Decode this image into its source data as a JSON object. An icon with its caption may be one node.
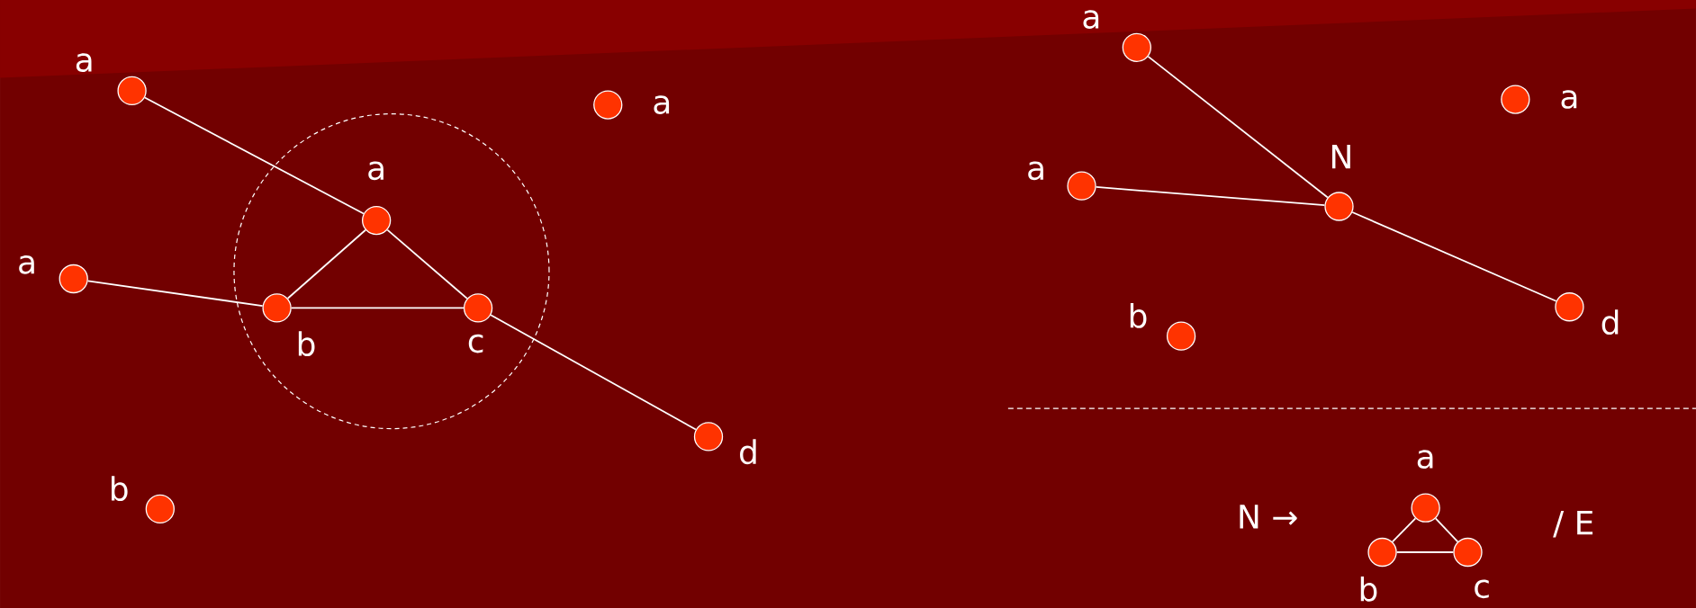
{
  "diagram": {
    "nodes": [
      {
        "text": [],
        "shape": "circle",
        "beside": [
          "a"
        ]
      },
      {
        "text": [],
        "shape": "circle",
        "beside": [
          "a"
        ]
      },
      {
        "text": [],
        "shape": "circle"
      },
      {
        "text": [],
        "shape": "circle",
        "beside": [
          "a"
        ],
        "in": 2
      },
      {
        "text": [],
        "shape": "circle",
        "beside": [
          "a"
        ]
      },
      {
        "text": [],
        "shape": "circle",
        "beside": [
          "b"
        ],
        "in": 2
      },
      {
        "text": [],
        "shape": "circle",
        "beside": [
          "c"
        ],
        "in": 2
      },
      {
        "text": [],
        "shape": "circle",
        "beside": [
          "d"
        ]
      },
      {
        "text": [],
        "shape": "circle",
        "beside": [
          "b"
        ]
      },
      {
        "text": [],
        "shape": "circle",
        "beside": [
          "a"
        ]
      },
      {
        "text": [],
        "shape": "circle",
        "beside": [
          "a"
        ]
      },
      {
        "text": [],
        "shape": "circle",
        "beside": [
          "a"
        ]
      },
      {
        "text": [],
        "shape": "circle",
        "beside": [
          "N"
        ]
      },
      {
        "text": [],
        "shape": "circle",
        "beside": [
          "b"
        ]
      },
      {
        "text": [],
        "shape": "circle",
        "beside": [
          "d"
        ]
      },
      {
        "text": [],
        "shape": "circle",
        "beside": [
          "a"
        ]
      },
      {
        "text": [],
        "shape": "circle",
        "beside": [
          "b"
        ]
      },
      {
        "text": [],
        "shape": "circle",
        "beside": [
          "c"
        ]
      }
    ],
    "edges": [
      {
        "from": 0,
        "to": 3,
        "arrow": "none"
      },
      {
        "from": 3,
        "to": 5,
        "arrow": "none"
      },
      {
        "from": 3,
        "to": 6,
        "arrow": "none"
      },
      {
        "from": 5,
        "to": 6,
        "arrow": "none"
      },
      {
        "from": 4,
        "to": 5,
        "arrow": "none"
      },
      {
        "from": 6,
        "to": 7,
        "arrow": "none"
      },
      {
        "from": 9,
        "to": 12,
        "arrow": "none"
      },
      {
        "from": 11,
        "to": 12,
        "arrow": "none"
      },
      {
        "from": 12,
        "to": 14,
        "arrow": "none"
      },
      {
        "from": 15,
        "to": 16,
        "arrow": "none"
      },
      {
        "from": 15,
        "to": 17,
        "arrow": "none"
      },
      {
        "from": 16,
        "to": 17,
        "arrow": "none"
      }
    ],
    "labels": [
      "N →",
      "/ E"
    ]
  }
}
